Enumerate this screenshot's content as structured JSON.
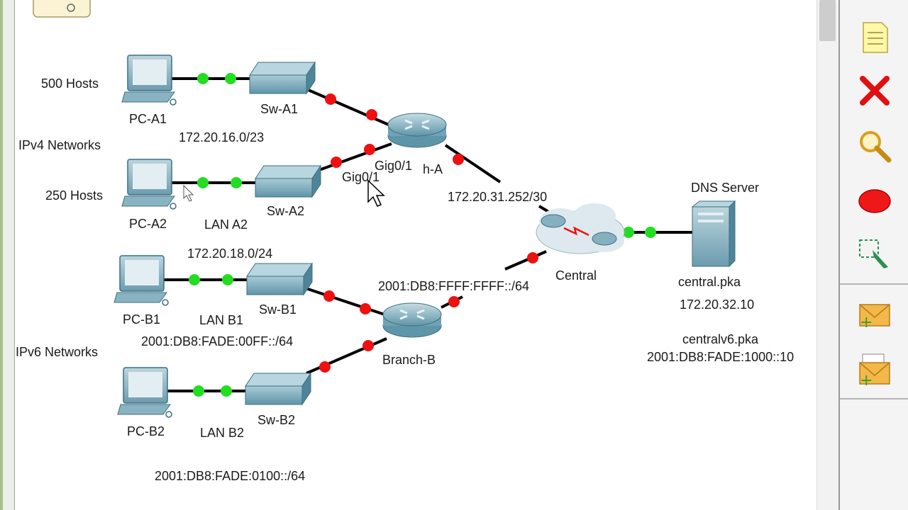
{
  "topology": {
    "groups": {
      "ipv4": "IPv4 Networks",
      "ipv6": "IPv6 Networks"
    },
    "hosts_counts": {
      "a1": "500 Hosts",
      "a2": "250 Hosts"
    },
    "devices": {
      "pc_a1": "PC-A1",
      "pc_a2": "PC-A2",
      "pc_b1": "PC-B1",
      "pc_b2": "PC-B2",
      "sw_a1": "Sw-A1",
      "sw_a2": "Sw-A2",
      "sw_b1": "Sw-B1",
      "sw_b2": "Sw-B2",
      "branch_a_partial": "h-A",
      "branch_b": "Branch-B",
      "central": "Central",
      "dns_server": "DNS Server"
    },
    "lans": {
      "a2": "LAN A2",
      "b1": "LAN B1",
      "b2": "LAN B2"
    },
    "networks": {
      "a1": "172.20.16.0/23",
      "a2": "172.20.18.0/24",
      "b1": "2001:DB8:FADE:00FF::/64",
      "b2": "2001:DB8:FADE:0100::/64",
      "wan_a": "172.20.31.252/30",
      "wan_b": "2001:DB8:FFFF:FFFF::/64"
    },
    "interfaces": {
      "gig_upper": "Gig0/1",
      "gig_lower": "Gig0/1"
    },
    "server": {
      "file_v4": "central.pka",
      "ip_v4": "172.20.32.10",
      "file_v6": "centralv6.pka",
      "ip_v6": "2001:DB8:FADE:1000::10"
    },
    "colors": {
      "link": "#000000",
      "link_up": "#22dd22",
      "link_down": "#ee1111",
      "device": "#5b93a8"
    }
  },
  "toolbar": {
    "tools": [
      "select-tool",
      "note-tool",
      "delete-tool",
      "inspect-tool",
      "draw-shape-tool",
      "resize-tool",
      "add-simple-pdu-tool",
      "add-complex-pdu-tool"
    ]
  }
}
